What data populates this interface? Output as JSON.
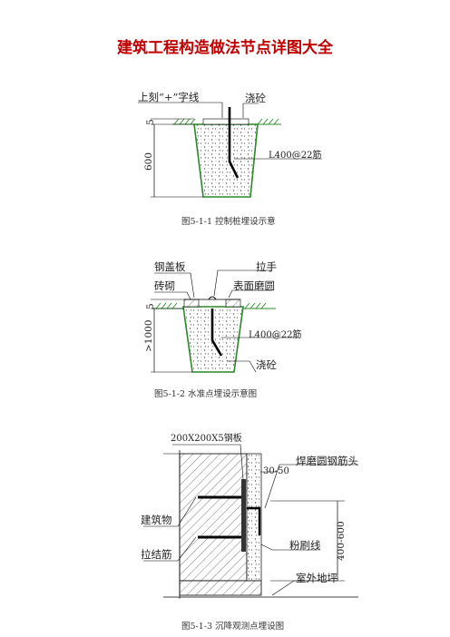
{
  "page": {
    "title": "建筑工程构造做法节点详图大全"
  },
  "figures": [
    {
      "caption": "图5-1-1 控制桩埋设示意",
      "labels": {
        "mark": "上刻“+”字线",
        "concrete": "浇砼",
        "rebar": "L400@22筋",
        "dim_top": "5",
        "dim_height": "600"
      }
    },
    {
      "caption": "图5-1-2 水准点埋设示意图",
      "labels": {
        "cover": "钢盖板",
        "handle": "拉手",
        "brick": "砖砌",
        "surface": "表面磨圆",
        "dim_top": "5",
        "dim_height": ">1000",
        "rebar": "L400@22筋",
        "concrete": "浇砼"
      }
    },
    {
      "caption": "图5-1-3 沉降观测点埋设图",
      "labels": {
        "plate": "200X200X5钢板",
        "weld": "焊磨圆钢筋头",
        "gap": "30-50",
        "building": "建筑物",
        "plaster": "粉刷线",
        "tie": "拉结筋",
        "height": "400-600",
        "ground": "室外地坪"
      }
    }
  ]
}
